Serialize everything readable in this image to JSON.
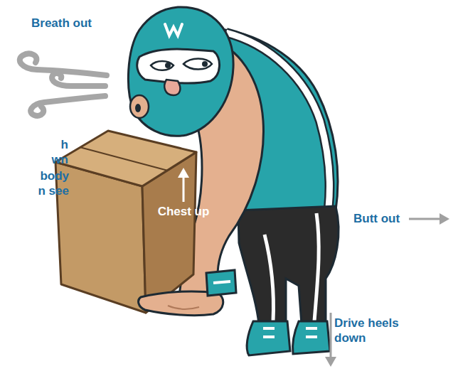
{
  "diagram": {
    "labels": [
      "Breath out",
      "Chest up",
      "Butt out",
      "Drive heels down",
      "h wn",
      "body n see"
    ]
  }
}
